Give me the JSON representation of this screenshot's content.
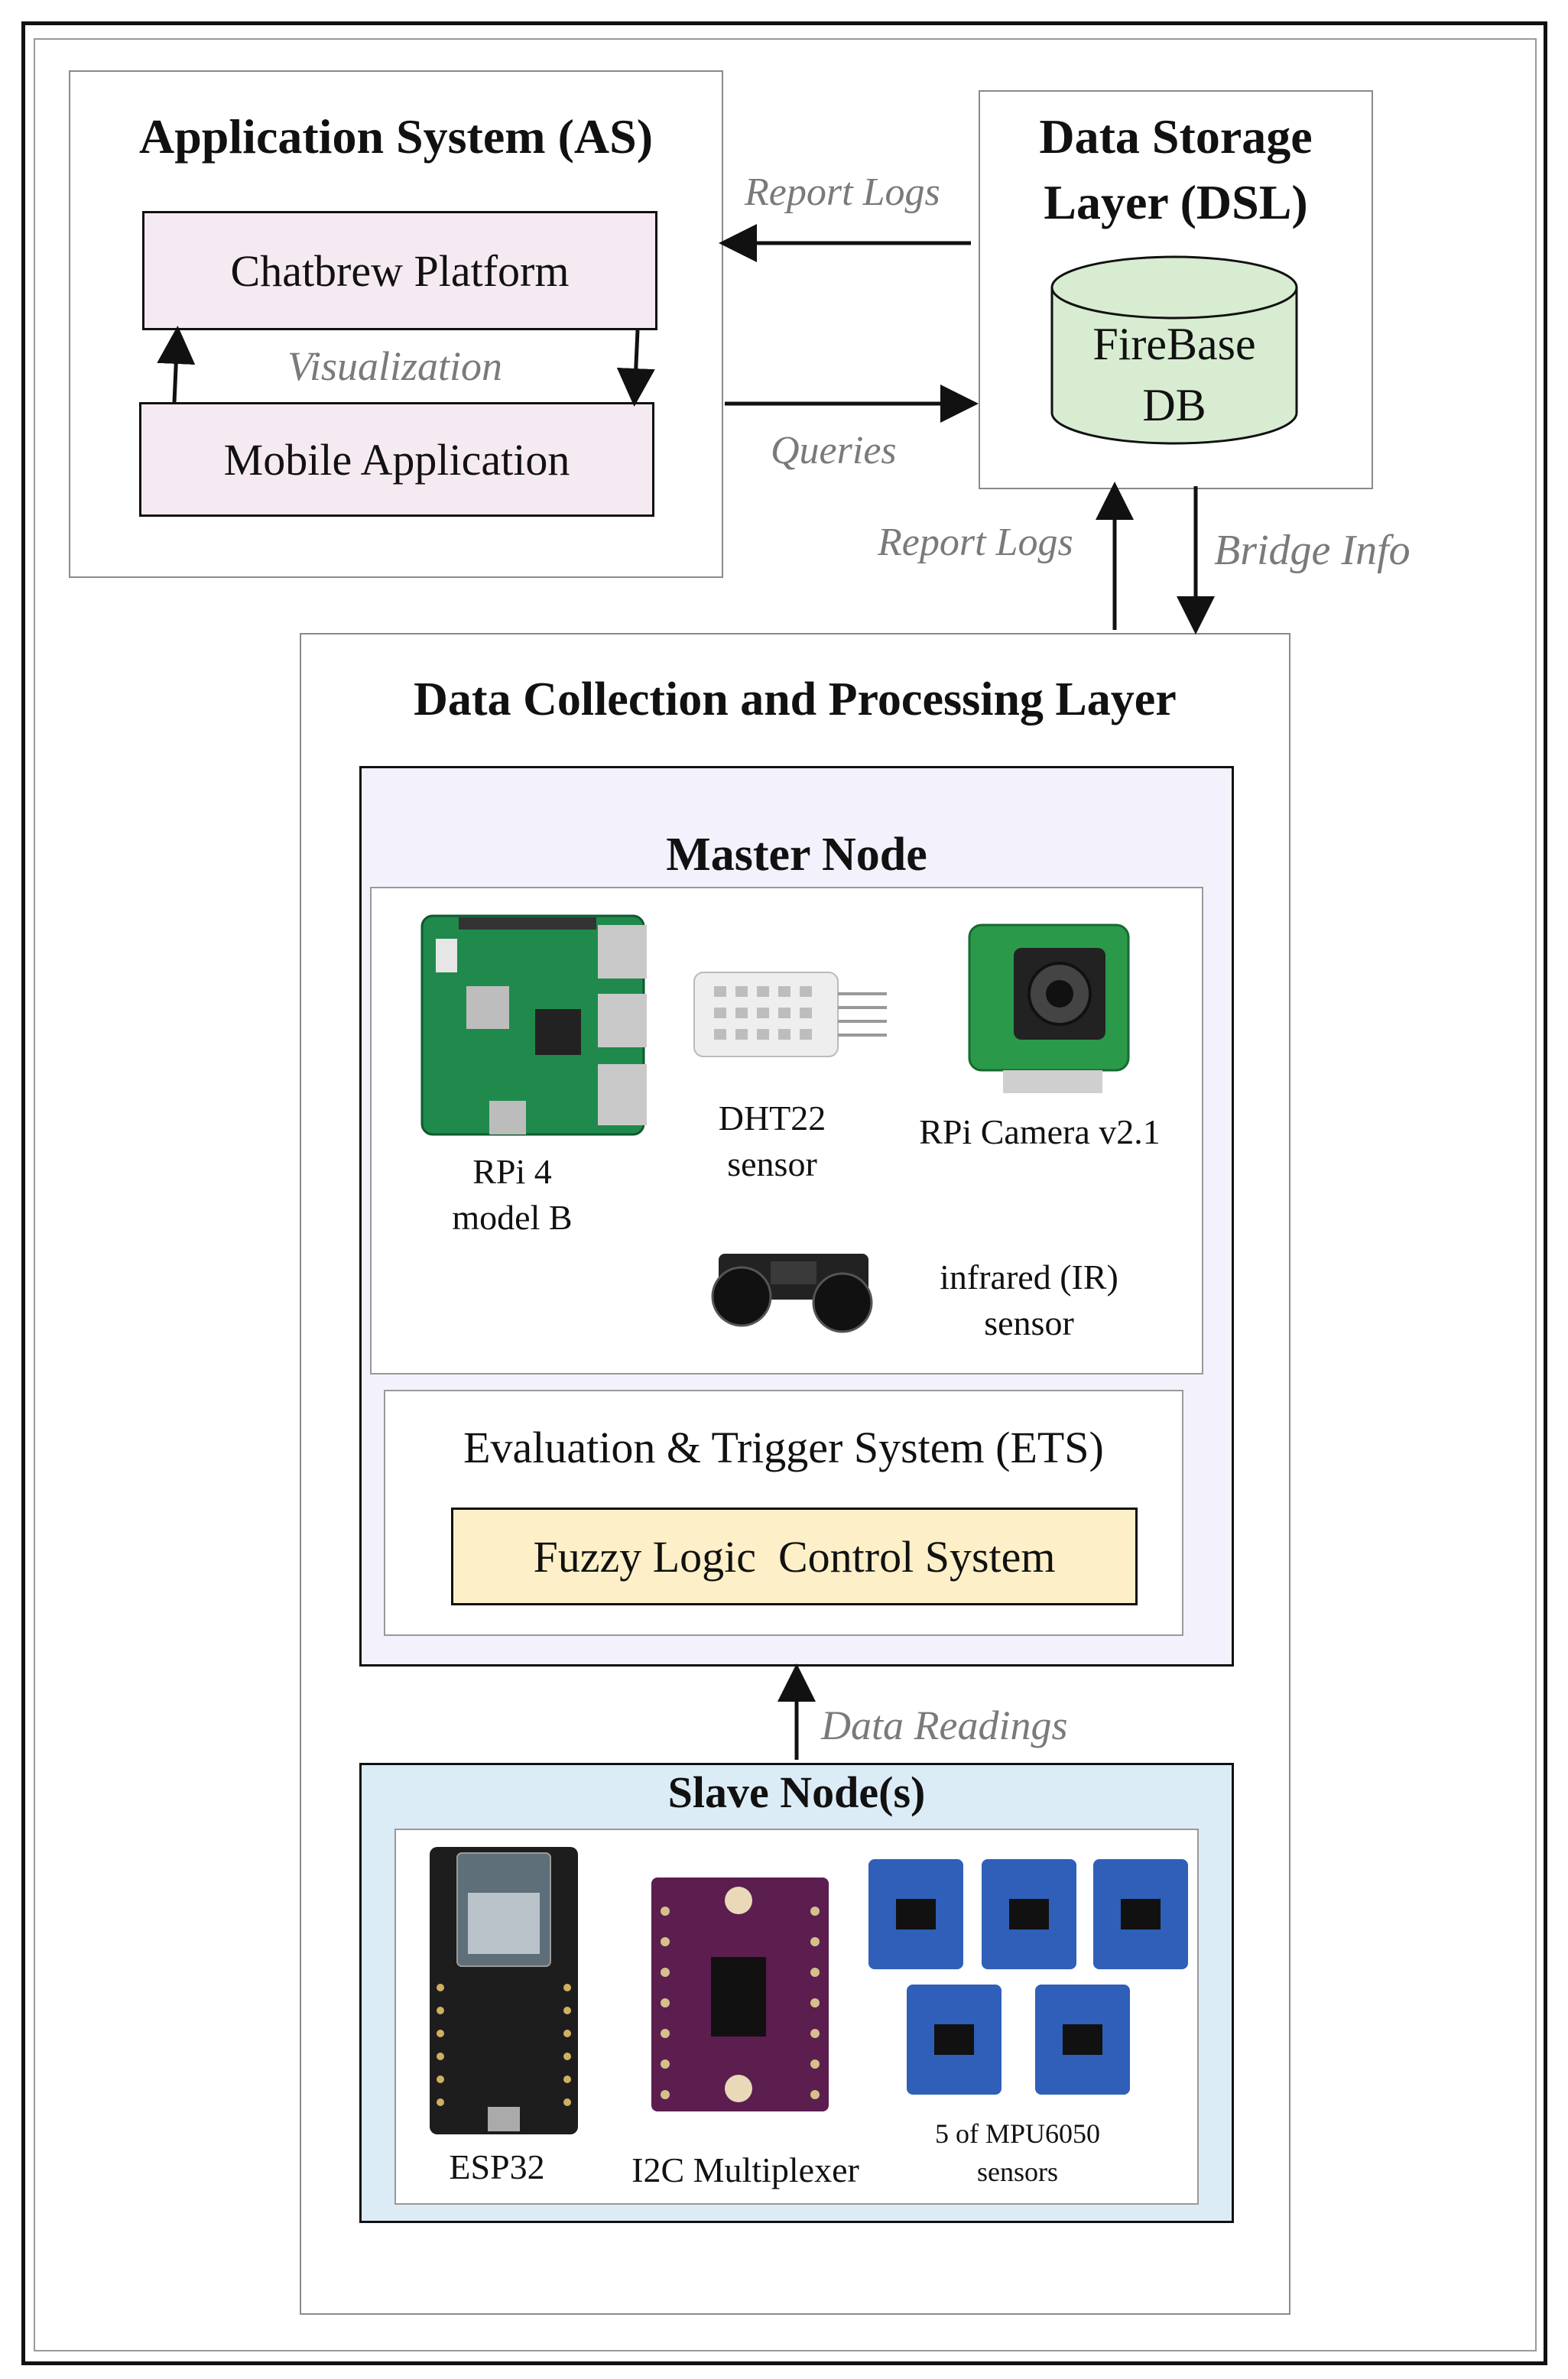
{
  "application_system": {
    "title": "Application System (AS)",
    "chatbrew_label": "Chatbrew Platform",
    "mobile_label": "Mobile Application",
    "visualization_label": "Visualization"
  },
  "data_storage": {
    "title_line1": "Data Storage",
    "title_line2": "Layer (DSL)",
    "db_line1": "FireBase",
    "db_line2": "DB"
  },
  "arrows": {
    "report_logs_top": "Report Logs",
    "queries": "Queries",
    "report_logs_bottom": "Report Logs",
    "bridge_info": "Bridge Info",
    "data_readings": "Data Readings"
  },
  "collection_layer": {
    "title": "Data Collection and Processing Layer"
  },
  "master_node": {
    "title": "Master Node",
    "rpi_line1": "RPi 4",
    "rpi_line2": "model B",
    "dht_line1": "DHT22",
    "dht_line2": "sensor",
    "camera_label": "RPi Camera v2.1",
    "ir_line1": "infrared (IR)",
    "ir_line2": "sensor",
    "ets_title": "Evaluation & Trigger System (ETS)",
    "fuzzy_label": "Fuzzy Logic  Control System"
  },
  "slave_node": {
    "title": "Slave Node(s)",
    "esp_label": "ESP32",
    "mux_label": "I2C Multiplexer",
    "mpu_line1": "5 of MPU6050",
    "mpu_line2": "sensors"
  },
  "colors": {
    "pink_box": "#f6eaf2",
    "db_green": "#d7ecd1",
    "master_bg": "#f3f1fb",
    "fuzzy_bg": "#fdf0c8",
    "slave_bg": "#dcecf6",
    "label_gray": "#7a7a7a"
  }
}
